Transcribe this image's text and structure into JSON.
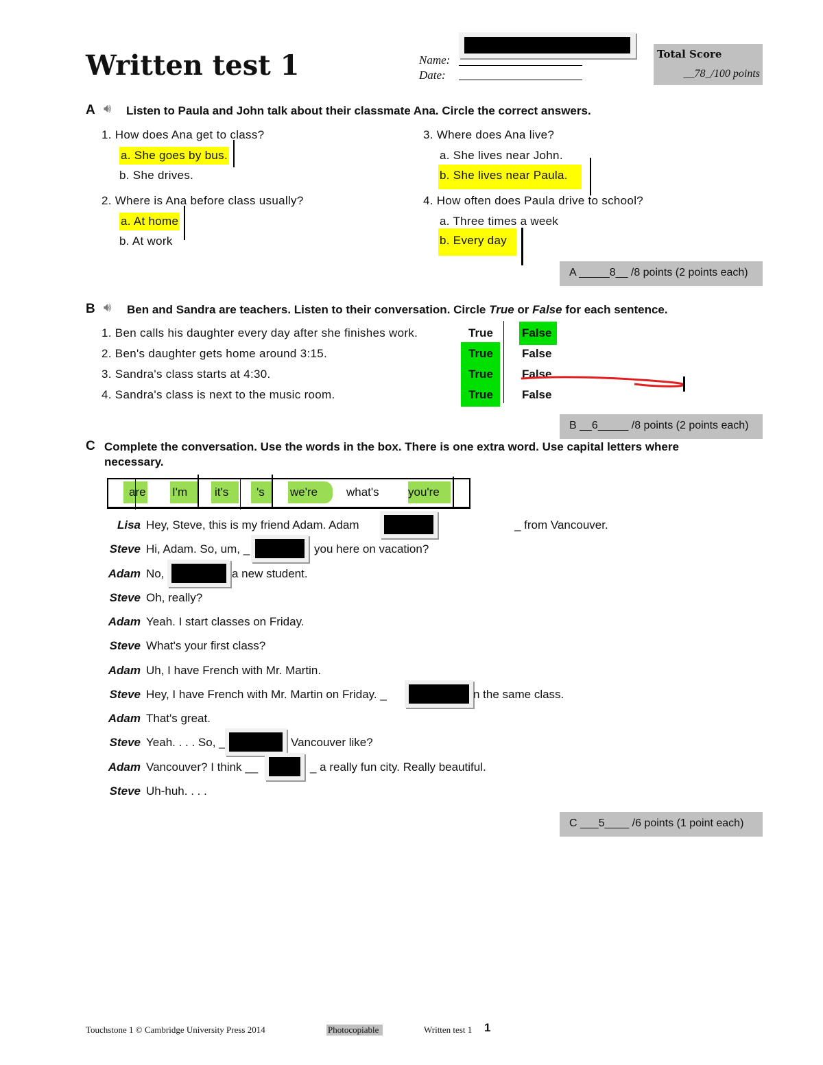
{
  "header": {
    "title": "Written test 1",
    "name_label": "Name:",
    "date_label": "Date:",
    "total_score_label": "Total Score",
    "total_score_value": "__78_/100 points"
  },
  "sectionA": {
    "letter": "A",
    "instruction": "Listen to Paula and John talk about their classmate Ana. Circle the correct answers.",
    "questions": [
      {
        "q": "1.  How does Ana get to class?",
        "a": "a.  She goes by bus.",
        "b": "b.  She drives."
      },
      {
        "q": "2.  Where is Ana before class usually?",
        "a": "a.  At home",
        "b": "b.  At work"
      },
      {
        "q": "3. Where does Ana live?",
        "a": "a. She lives near John.",
        "b": "b. She lives near Paula."
      },
      {
        "q": "4. How often does Paula drive to school?",
        "a": "a. Three times a week",
        "b": "b. Every day"
      }
    ],
    "score": "A  _____8__ /8 points (2 points each)"
  },
  "sectionB": {
    "letter": "B",
    "instruction_pre": "Ben and Sandra are teachers. Listen to their conversation. Circle ",
    "true_word": "True",
    "or": " or ",
    "false_word": "False",
    "instruction_post": " for each sentence.",
    "items": [
      {
        "s": "1.  Ben calls his daughter every day after she finishes work.",
        "t": "True",
        "f": "False",
        "answer": "False"
      },
      {
        "s": "2.  Ben's daughter gets home around 3:15.",
        "t": "True",
        "f": "False",
        "answer": "True"
      },
      {
        "s": "3.  Sandra's class starts at 4:30.",
        "t": "True",
        "f": "False",
        "answer": "True"
      },
      {
        "s": "4.  Sandra's class is next to the music room.",
        "t": "True",
        "f": "False",
        "answer": "True"
      }
    ],
    "score": "B  __6_____ /8 points (2 points each)"
  },
  "sectionC": {
    "letter": "C",
    "instruction1": "Complete the conversation. Use the words in the box. There is one extra word. Use capital letters where",
    "instruction2": "necessary.",
    "words": [
      "are",
      "I'm",
      "it's",
      "'s",
      "we're",
      "what's",
      "you're"
    ],
    "dialogue": [
      {
        "spk": "Lisa",
        "pre": "Hey, Steve, this is my friend Adam. Adam",
        "post": "_ from Vancouver."
      },
      {
        "spk": "Steve",
        "pre": "Hi, Adam. So, um, _",
        "post": " you here on vacation?"
      },
      {
        "spk": "Adam",
        "pre": "No,",
        "post": " a new student."
      },
      {
        "spk": "Steve",
        "pre": "Oh, really?",
        "post": ""
      },
      {
        "spk": "Adam",
        "pre": "Yeah. I start classes on Friday.",
        "post": ""
      },
      {
        "spk": "Steve",
        "pre": "What's your first class?",
        "post": ""
      },
      {
        "spk": "Adam",
        "pre": "Uh, I have French with Mr. Martin.",
        "post": ""
      },
      {
        "spk": "Steve",
        "pre": "Hey, I have French with Mr. Martin on Friday. _",
        "post": "n the same class."
      },
      {
        "spk": "Adam",
        "pre": "That's great.",
        "post": ""
      },
      {
        "spk": "Steve",
        "pre": "Yeah. . . . So, _",
        "post": "Vancouver like?"
      },
      {
        "spk": "Adam",
        "pre": "Vancouver? I think __",
        "post": "_ a really fun city. Really beautiful."
      },
      {
        "spk": "Steve",
        "pre": "Uh-huh. . . .",
        "post": ""
      }
    ],
    "score": "C  ___5____ /6 points (1 point each)"
  },
  "footer": {
    "copyright": "Touchstone 1 © Cambridge University Press 2014",
    "photocopiable": "Photocopiable",
    "test": "Written test 1",
    "page": "1"
  },
  "colors": {
    "highlight_yellow": "#ffff00",
    "highlight_green": "#00e000",
    "word_green": "#99dd55",
    "score_gray": "#c0c0c0",
    "red_mark": "#e02020"
  },
  "icons": {
    "audio": "speaker-icon"
  }
}
